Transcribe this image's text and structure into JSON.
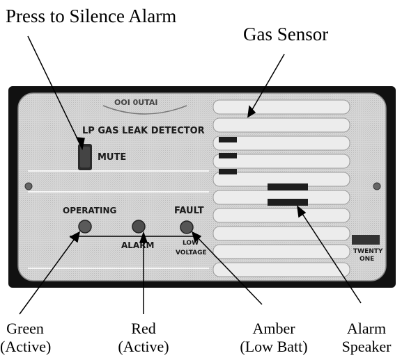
{
  "labels": {
    "press_to_silence": "Press to Silence Alarm",
    "gas_sensor": "Gas Sensor",
    "green_line1": "Green",
    "green_line2": "(Active)",
    "red_line1": "Red",
    "red_line2": "(Active)",
    "amber_line1": "Amber",
    "amber_line2": "(Low Batt)",
    "speaker_line1": "Alarm",
    "speaker_line2": "Speaker"
  },
  "panel": {
    "logo_text": "OOI 0UTAI",
    "device_title": "LP GAS LEAK DETECTOR",
    "mute": "MUTE",
    "operating": "OPERATING",
    "fault": "FAULT",
    "alarm": "ALARM",
    "low": "LOW",
    "voltage": "VOLTAGE",
    "brand_line1": "TWENTY",
    "brand_line2": "ONE"
  },
  "colors": {
    "frame": "#111111",
    "faceplate": "#d2d2d2",
    "vent": "#ececec",
    "led": "#555555",
    "speaker_slot": "#1e1e1e"
  }
}
